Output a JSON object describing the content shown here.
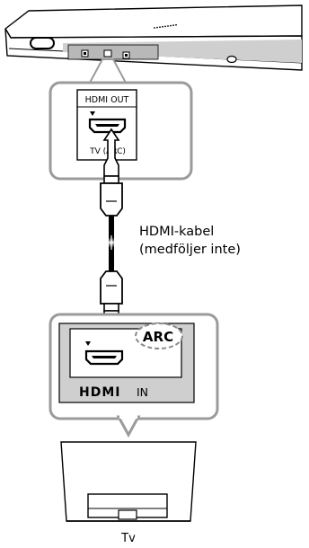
{
  "device_panel": {
    "port_label": "HDMI OUT",
    "sublabel": "TV (ARC)"
  },
  "cable_label": {
    "line1": "HDMI-kabel",
    "line2": "(medföljer inte)"
  },
  "tv_panel": {
    "arc_label": "ARC",
    "hdmi_logo": "HDMI",
    "in_label": "IN"
  },
  "tv_label": "Tv"
}
